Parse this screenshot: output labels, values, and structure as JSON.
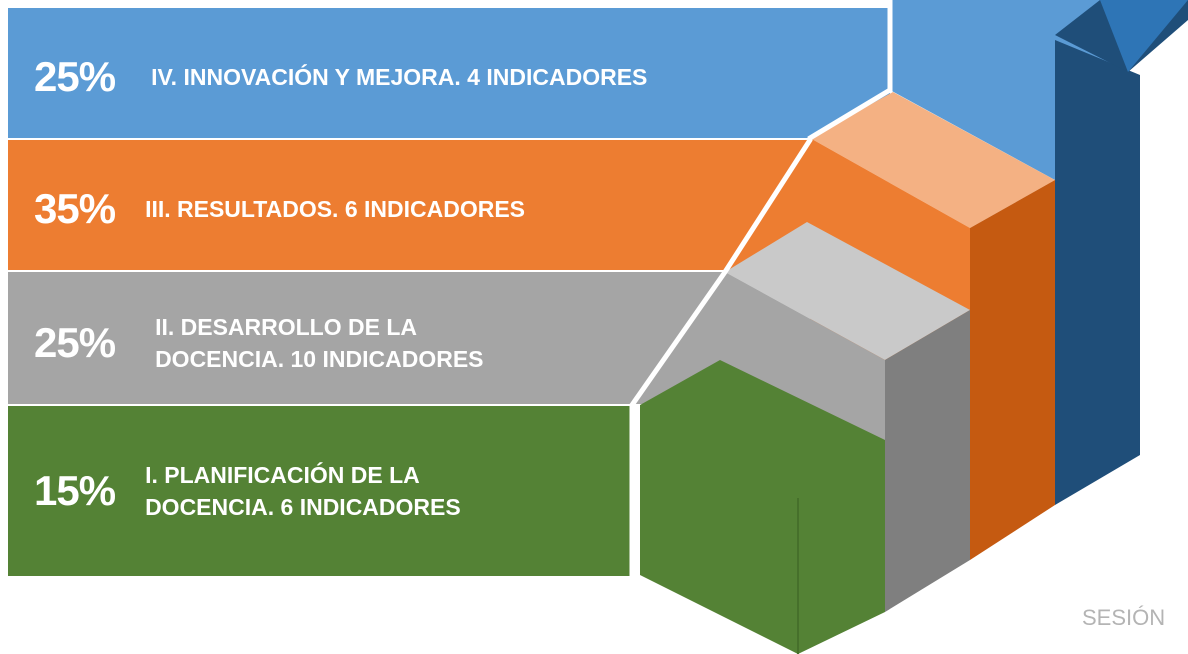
{
  "colors": {
    "blue": "#5b9bd5",
    "blue_dark": "#1f4e79",
    "orange": "#ed7d31",
    "orange_light": "#f4b183",
    "orange_dark": "#c55a11",
    "gray": "#a5a5a5",
    "gray_light": "#c9c9c9",
    "gray_dark": "#7f7f7f",
    "green": "#548235"
  },
  "levels": [
    {
      "percent": "25%",
      "label_line1": "IV. INNOVACIÓN Y MEJORA. 4 INDICADORES",
      "label_line2": ""
    },
    {
      "percent": "35%",
      "label_line1": "III. RESULTADOS. 6 INDICADORES",
      "label_line2": ""
    },
    {
      "percent": "25%",
      "label_line1": "II. DESARROLLO DE LA",
      "label_line2": "DOCENCIA. 10 INDICADORES"
    },
    {
      "percent": "15%",
      "label_line1": "I. PLANIFICACIÓN DE LA",
      "label_line2": "DOCENCIA. 6 INDICADORES"
    }
  ],
  "footer": "SESIÓN"
}
